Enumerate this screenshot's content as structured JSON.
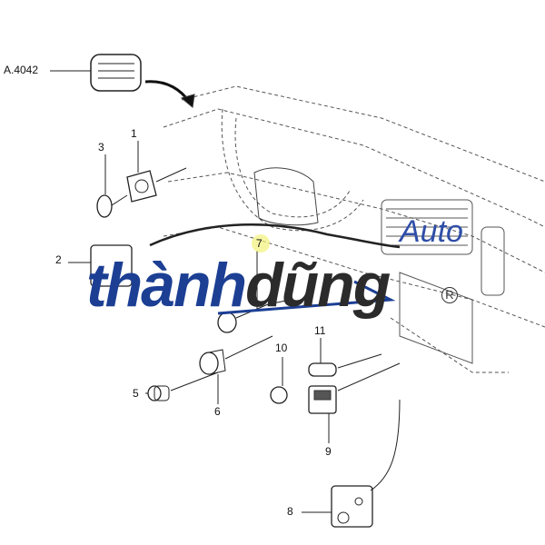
{
  "callouts": {
    "a4042": "A.4042",
    "n1": "1",
    "n2": "2",
    "n3": "3",
    "n5": "5",
    "n6": "6",
    "n7": "7",
    "n8": "8",
    "n9": "9",
    "n10": "10",
    "n11": "11"
  },
  "watermark": {
    "part1": "thành",
    "part2": "dũng",
    "suffix": "Auto",
    "registered": "R",
    "colors": {
      "primary": "#1c3f94",
      "secondary": "#2b2b2b",
      "accent": "#2f4ea8"
    }
  }
}
